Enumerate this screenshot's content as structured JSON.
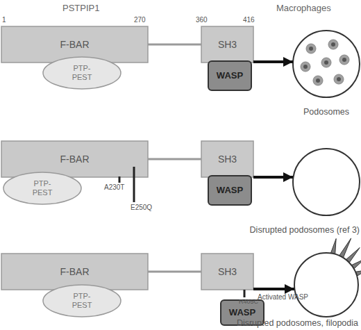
{
  "diagram": {
    "nodes": [
      {
        "text": [
          "F-BAR"
        ]
      },
      {
        "text": [
          "SH3"
        ]
      },
      {
        "text": [
          "PTP-PEST"
        ]
      },
      {
        "text": [
          "WASP"
        ]
      },
      {
        "text": [
          "Podosomes"
        ]
      },
      {
        "text": [
          "F-BAR"
        ]
      },
      {
        "text": [
          "SH3"
        ]
      },
      {
        "text": [
          "PTP-PEST"
        ]
      },
      {
        "text": [
          "WASP"
        ]
      },
      {
        "text": [
          "Disrupted podosomes (ref 3)"
        ]
      },
      {
        "text": [
          "F-BAR"
        ]
      },
      {
        "text": [
          "SH3"
        ]
      },
      {
        "text": [
          "PTP-PEST"
        ]
      },
      {
        "text": [
          "WASP"
        ]
      },
      {
        "text": [
          "Disrupted podosomes, filopodia"
        ]
      }
    ],
    "edges": [
      {
        "from": 0,
        "to": 1,
        "arrow": "none"
      },
      {
        "from": 1,
        "to": 4,
        "arrow": "to"
      },
      {
        "from": 5,
        "to": 6,
        "arrow": "none"
      },
      {
        "from": 6,
        "to": 9,
        "arrow": "to"
      },
      {
        "from": 10,
        "to": 11,
        "arrow": "none"
      },
      {
        "from": 11,
        "to": 14,
        "arrow": "to",
        "label": "Activated WASP"
      }
    ],
    "labels": [
      "PSTPIP1",
      "Macrophages",
      "1",
      "270",
      "360",
      "416",
      "A230T",
      "E250Q",
      "R405C"
    ]
  }
}
